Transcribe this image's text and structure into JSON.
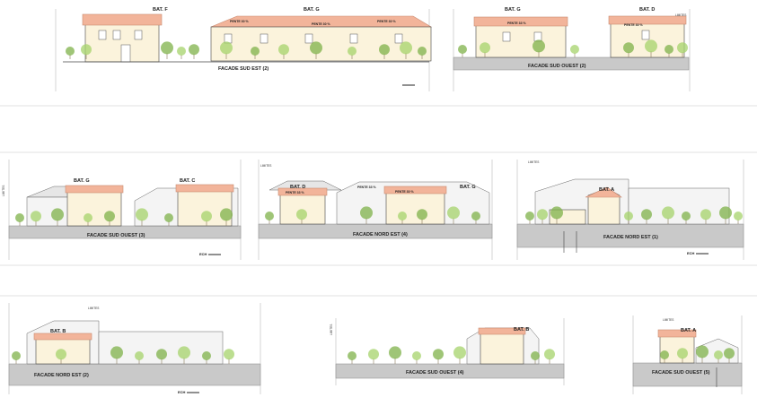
{
  "colors": {
    "roof": "#f2b49a",
    "roof_edge": "#c98a70",
    "wall": "#fbf3dc",
    "tree": "#a6d36b",
    "tree_dark": "#7fb24a",
    "ground": "#c9c9c9",
    "line": "#444444",
    "frame": "#cfcfcf"
  },
  "sheet1": {
    "bat_labels": [
      "BAT. F",
      "BAT. G"
    ],
    "pente": [
      "PENTE 30 %",
      "PENTE 30 %",
      "PENTE 30 %"
    ],
    "title": "FACADE SUD EST (2)"
  },
  "sheet2": {
    "bat_labels": [
      "BAT. G",
      "BAT. D"
    ],
    "pente": [
      "PENTE 33 %",
      "PENTE 30 %"
    ],
    "limite": "LIMITES",
    "title": "FACADE SUD OUEST (2)"
  },
  "sheet3": {
    "bat_labels": [
      "BAT. G",
      "BAT. C"
    ],
    "limite": "LIMITES",
    "title": "FACADE SUD OUEST (3)",
    "scale": "ECH"
  },
  "sheet4": {
    "bat_labels": [
      "BAT. D",
      "BAT. G"
    ],
    "pente": [
      "PENTE 33 %",
      "PENTE 33 %",
      "PENTE 30 %"
    ],
    "limite": "LIMITES",
    "title": "FACADE NORD EST (4)"
  },
  "sheet5": {
    "bat_labels": [
      "BAT. A"
    ],
    "limite": "LIMITES",
    "title": "FACADE NORD EST (1)",
    "scale": "ECH"
  },
  "sheet6": {
    "bat_labels": [
      "BAT. B"
    ],
    "limite": "LIMITES",
    "title": "FACADE NORD EST (2)",
    "scale": "ECH"
  },
  "sheet7": {
    "bat_labels": [
      "BAT. B"
    ],
    "limite": "LIMITES",
    "title": "FACADE SUD OUEST (4)"
  },
  "sheet8": {
    "bat_labels": [
      "BAT. A"
    ],
    "limite": "LIMITES",
    "title": "FACADE SUD OUEST (5)"
  }
}
